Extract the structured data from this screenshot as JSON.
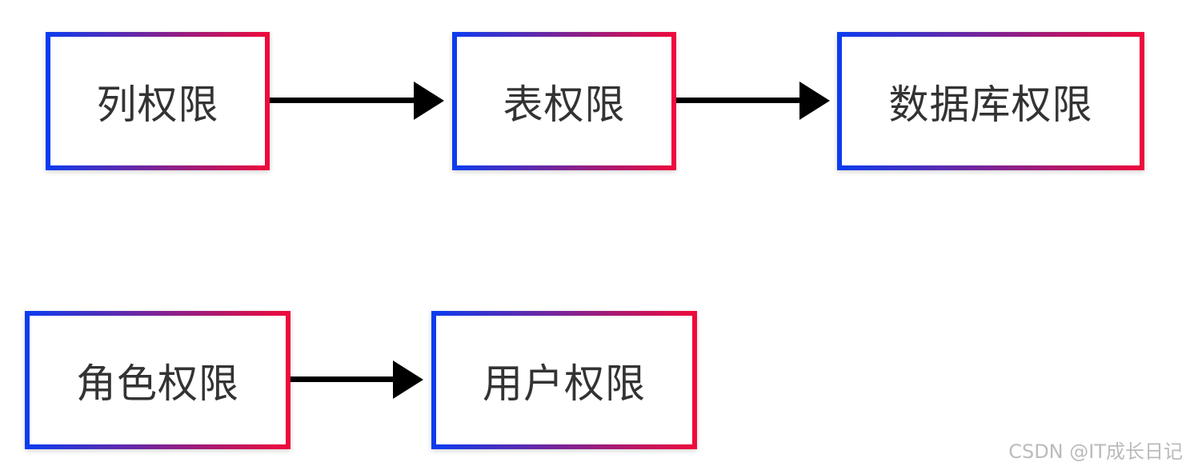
{
  "diagram": {
    "nodes": [
      {
        "id": "column",
        "label": "列权限"
      },
      {
        "id": "table",
        "label": "表权限"
      },
      {
        "id": "database",
        "label": "数据库权限"
      },
      {
        "id": "role",
        "label": "角色权限"
      },
      {
        "id": "user",
        "label": "用户权限"
      }
    ],
    "edges": [
      {
        "from": "column",
        "to": "table"
      },
      {
        "from": "table",
        "to": "database"
      },
      {
        "from": "role",
        "to": "user"
      }
    ],
    "colors": {
      "border_gradient_start": "#0a3cf0",
      "border_gradient_end": "#f00a3a",
      "arrow": "#000000",
      "text": "#333333"
    }
  },
  "watermark": "CSDN @IT成长日记"
}
